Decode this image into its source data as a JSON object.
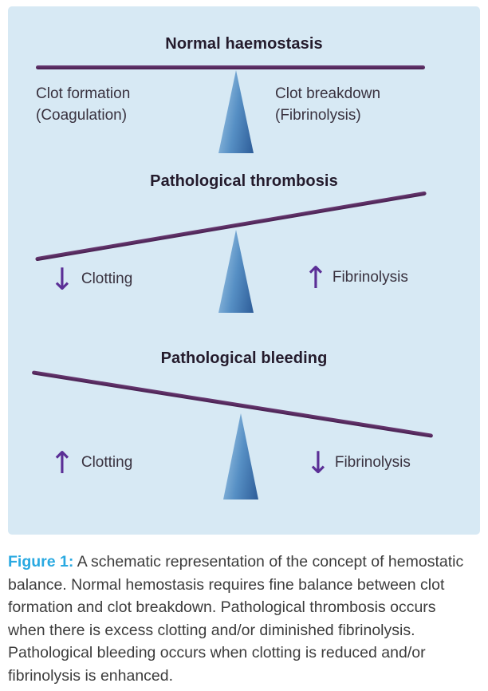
{
  "figure": {
    "colors": {
      "panel_bg": "#d7e9f4",
      "beam": "#54265c",
      "triangle_light": "#9ec6e5",
      "triangle_dark": "#2d5c98",
      "arrow": "#5b2f96",
      "figure_label": "#29a9e1"
    },
    "sections": [
      {
        "title": "Normal haemostasis",
        "left": {
          "line1": "Clot formation",
          "line2": "(Coagulation)"
        },
        "right": {
          "line1": "Clot breakdown",
          "line2": "(Fibrinolysis)"
        }
      },
      {
        "title": "Pathological thrombosis",
        "left": {
          "arrow": "↓",
          "label": "Clotting"
        },
        "right": {
          "arrow": "↑",
          "label": "Fibrinolysis"
        }
      },
      {
        "title": "Pathological bleeding",
        "left": {
          "arrow": "↑",
          "label": "Clotting"
        },
        "right": {
          "arrow": "↓",
          "label": "Fibrinolysis"
        }
      }
    ]
  },
  "caption": {
    "label": "Figure 1:",
    "text": "A schematic representation of the concept of hemostatic balance. Normal hemostasis requires fine balance between clot formation and clot breakdown. Pathological thrombosis occurs when there is excess clotting and/or diminished fibrinolysis. Pathological bleeding occurs when clotting is reduced and/or fibrinolysis is enhanced."
  }
}
